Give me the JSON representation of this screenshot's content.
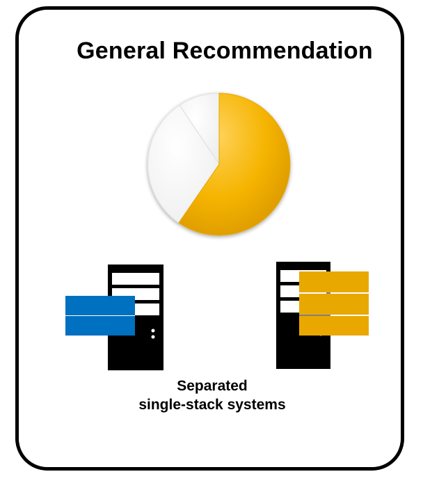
{
  "title": "General Recommendation",
  "caption": {
    "line1": "Separated",
    "line2": "single-stack systems"
  },
  "colors": {
    "frame": "#000000",
    "pie_main": "#F5B400",
    "pie_other": "#FFFFFF",
    "left_stack": "#0070C0",
    "right_stack": "#E8A800",
    "server_body": "#000000"
  },
  "icons": {
    "pie": "pie-chart-icon",
    "left_server": "server-tower-icon",
    "right_server": "server-tower-icon"
  },
  "pie_shares": [
    0.6,
    0.31,
    0.09
  ]
}
